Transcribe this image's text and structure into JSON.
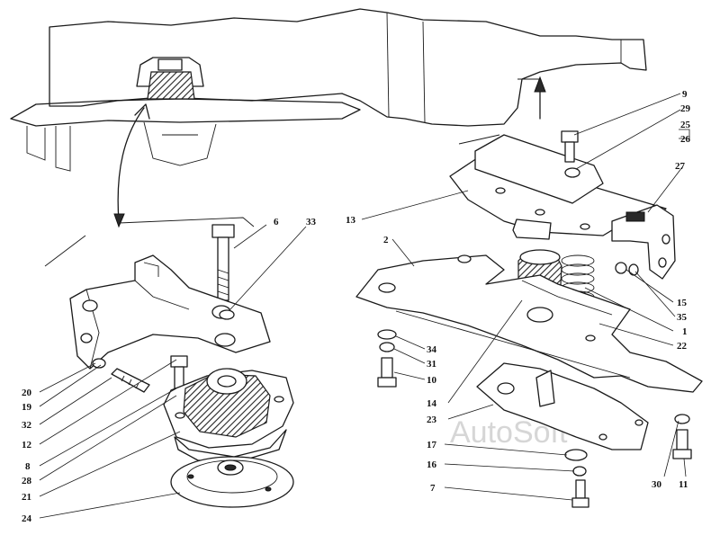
{
  "watermark": "AutoSoft",
  "labels": {
    "l1": "1",
    "l2": "2",
    "l6": "6",
    "l7": "7",
    "l8": "8",
    "l9": "9",
    "l10": "10",
    "l11": "11",
    "l12": "12",
    "l13": "13",
    "l14": "14",
    "l15": "15",
    "l16": "16",
    "l17": "17",
    "l19": "19",
    "l20": "20",
    "l21": "21",
    "l22": "22",
    "l23": "23",
    "l24": "24",
    "l25": "25",
    "l26": "26",
    "l27": "27",
    "l28": "28",
    "l29": "29",
    "l30": "30",
    "l31": "31",
    "l32": "32",
    "l33": "33",
    "l34": "34",
    "l35": "35"
  }
}
